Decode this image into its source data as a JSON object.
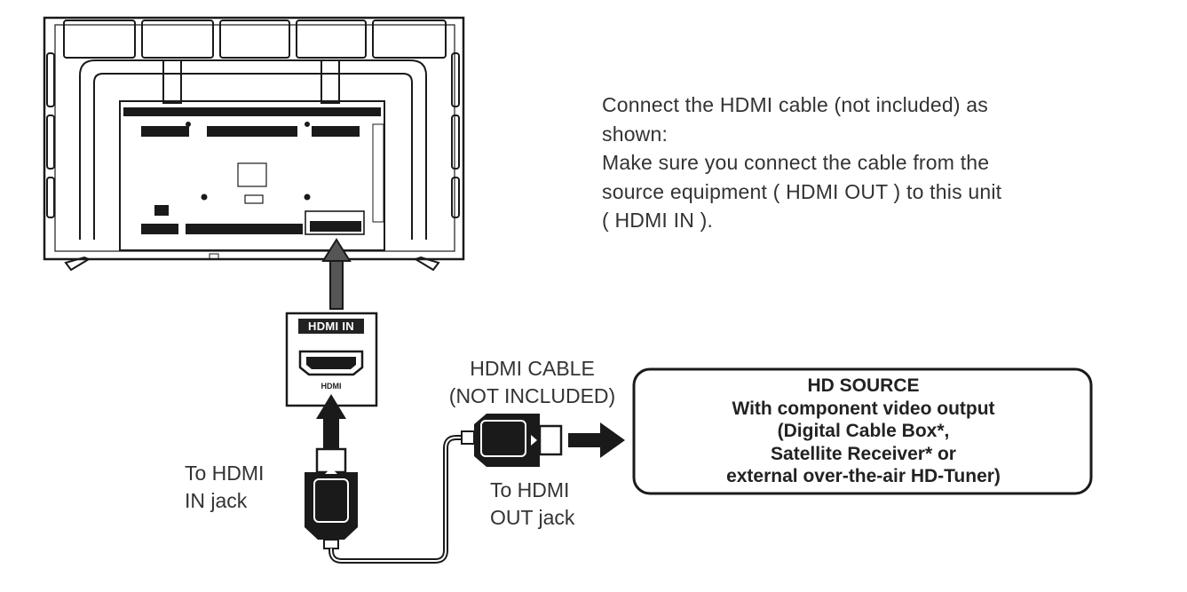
{
  "instructions": {
    "line1": "Connect the HDMI cable (not included) as",
    "line2": "shown:",
    "line3": "Make sure you connect the cable from the",
    "line4": "source equipment ( HDMI OUT ) to this unit",
    "line5": "( HDMI IN )."
  },
  "hdmi_in_panel": {
    "badge": "HDMI IN",
    "port_label": "HDMI"
  },
  "cable_label": {
    "line1": "HDMI CABLE",
    "line2": "(NOT INCLUDED)"
  },
  "to_hdmi_in": {
    "line1": "To HDMI",
    "line2": "IN jack"
  },
  "to_hdmi_out": {
    "line1": "To HDMI",
    "line2": "OUT jack"
  },
  "hd_source": {
    "title": "HD SOURCE",
    "line2": "With component video output",
    "line3": "(Digital Cable Box*,",
    "line4": "Satellite Receiver* or",
    "line5": "external over-the-air HD-Tuner)"
  },
  "colors": {
    "stroke": "#1a1a1a",
    "text": "#333333"
  }
}
